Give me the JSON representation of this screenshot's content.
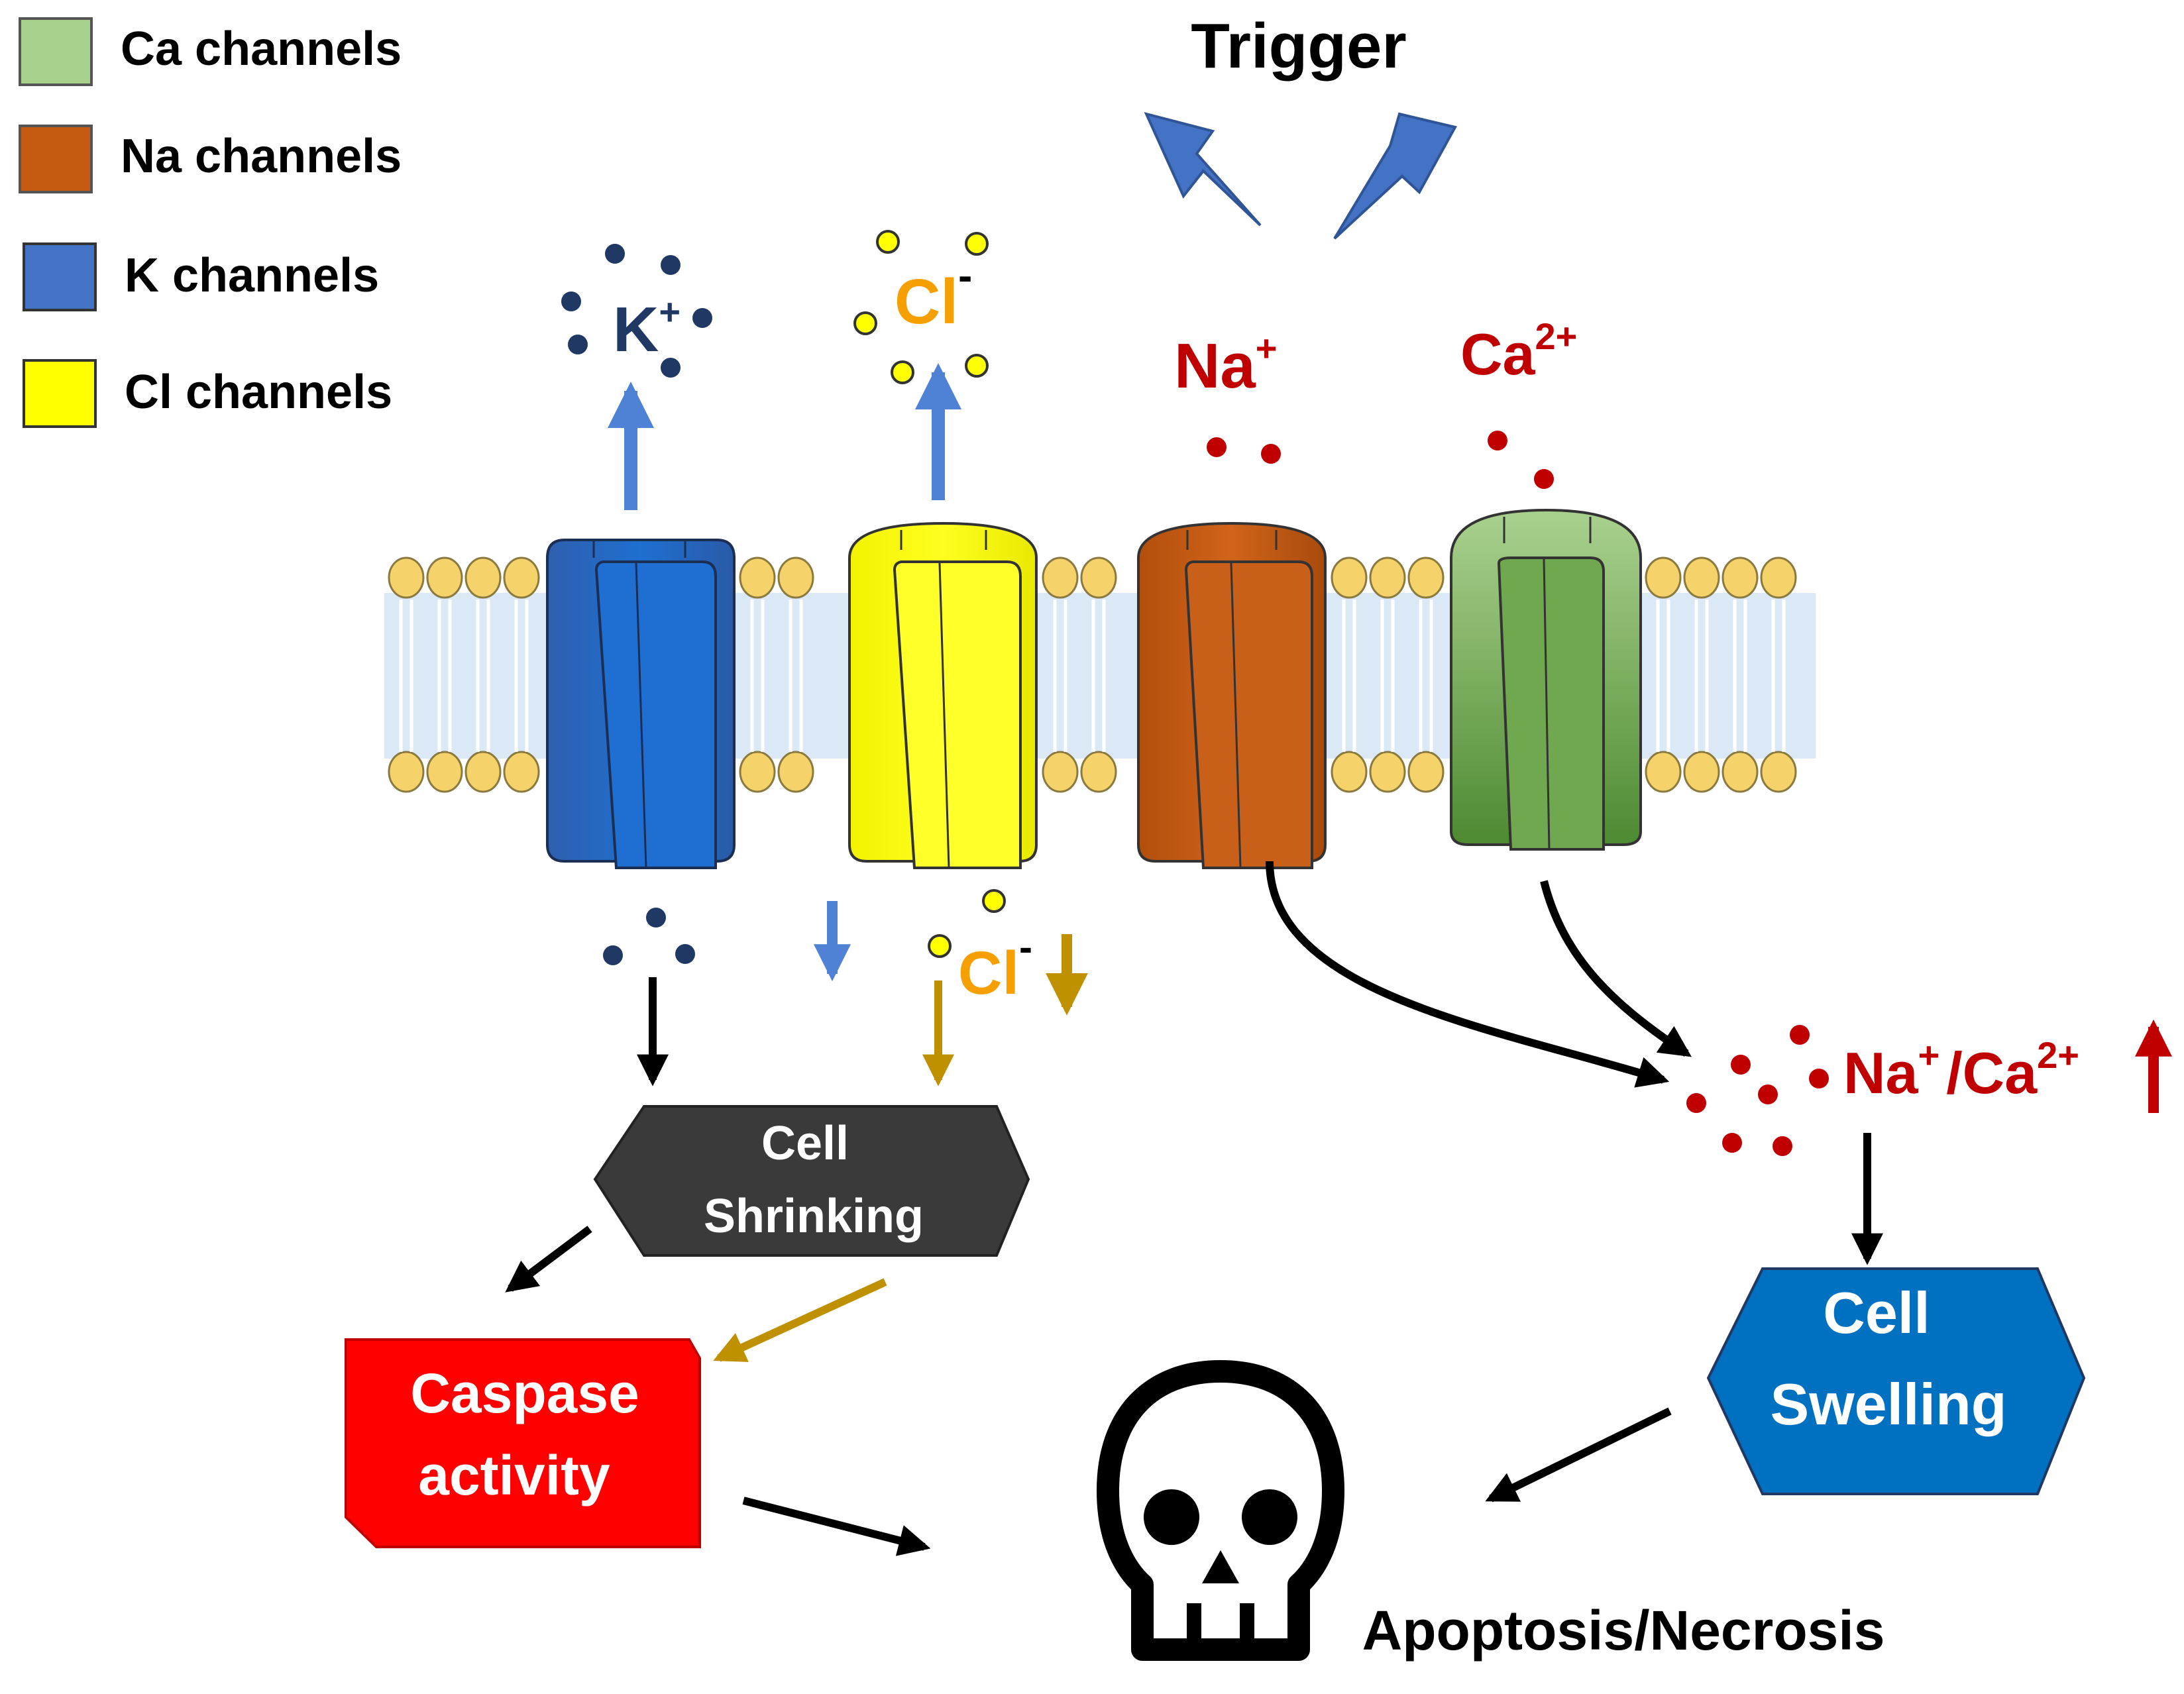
{
  "legend": {
    "items": [
      {
        "label": "Ca channels",
        "color": "#a9d18e"
      },
      {
        "label": "Na channels",
        "color": "#c55a11"
      },
      {
        "label": "K channels",
        "color": "#4472c4"
      },
      {
        "label": "Cl channels",
        "color": "#ffff00"
      }
    ]
  },
  "trigger": {
    "label": "Trigger",
    "icon": "lightning-bolt-icon"
  },
  "ions": {
    "k_out": {
      "base": "K",
      "sup": "+"
    },
    "cl_out": {
      "base": "Cl",
      "sup": "-"
    },
    "na_in": {
      "base": "Na",
      "sup": "+"
    },
    "ca_in": {
      "base": "Ca",
      "sup": "2+"
    },
    "cl_low": {
      "base": "Cl",
      "sup": "-"
    },
    "na_ca_high": {
      "na": "Na",
      "na_sup": "+",
      "sep": "/",
      "ca": "Ca",
      "ca_sup": "2+"
    }
  },
  "nodes": {
    "cell_shrinking": {
      "line1": "Cell",
      "line2": "Shrinking",
      "color": "#3a3a3a"
    },
    "caspase_activity": {
      "line1": "Caspase",
      "line2": "activity",
      "color": "#ff0000"
    },
    "cell_swelling": {
      "line1": "Cell",
      "line2": "Swelling",
      "color": "#0070c0"
    },
    "outcome": {
      "label": "Apoptosis/Necrosis",
      "icon": "skull-icon"
    }
  },
  "colors": {
    "k_ion": "#1f3864",
    "cl_ion": "#ffff00",
    "cl_text": "#f5a000",
    "na_ca": "#c00000",
    "blue_arrow": "#4f81d4",
    "gold_arrow": "#bf9000",
    "lipid_head": "#f5d36a",
    "lipid_tail": "#bdd7ee"
  }
}
